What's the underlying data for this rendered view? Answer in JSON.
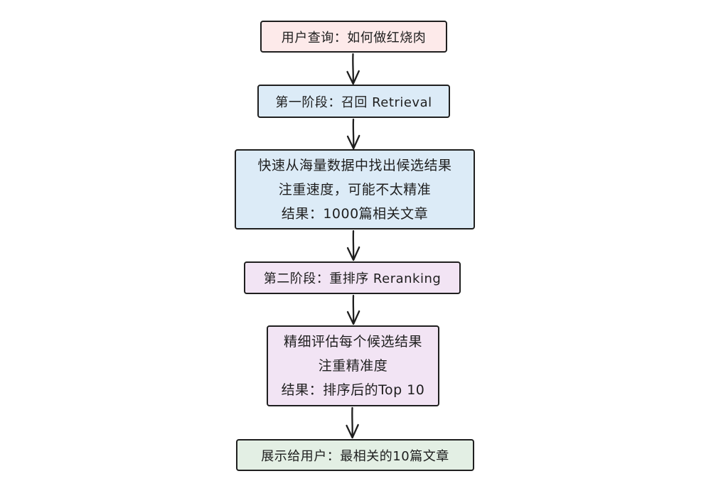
{
  "colors": {
    "background": "#ffffff",
    "border": "#1f1f1f",
    "text": "#1e1e1e",
    "arrow": "#1e1e1e",
    "node_pink": "#fdeaea",
    "node_blue": "#dcebf7",
    "node_purple": "#f2e4f4",
    "node_green": "#e3efe4"
  },
  "nodes": [
    {
      "id": "user-query",
      "color": "pink",
      "lines": [
        "用户查询：如何做红烧肉"
      ]
    },
    {
      "id": "stage1-retrieval",
      "color": "blue",
      "lines": [
        "第一阶段：召回 Retrieval"
      ]
    },
    {
      "id": "stage1-detail",
      "color": "blue",
      "lines": [
        "快速从海量数据中找出候选结果",
        "注重速度，可能不太精准",
        "结果：1000篇相关文章"
      ]
    },
    {
      "id": "stage2-reranking",
      "color": "purple",
      "lines": [
        "第二阶段：重排序 Reranking"
      ]
    },
    {
      "id": "stage2-detail",
      "color": "purple",
      "lines": [
        "精细评估每个候选结果",
        "注重精准度",
        "结果：排序后的Top 10"
      ]
    },
    {
      "id": "final-result",
      "color": "green",
      "lines": [
        "展示给用户：最相关的10篇文章"
      ]
    }
  ]
}
